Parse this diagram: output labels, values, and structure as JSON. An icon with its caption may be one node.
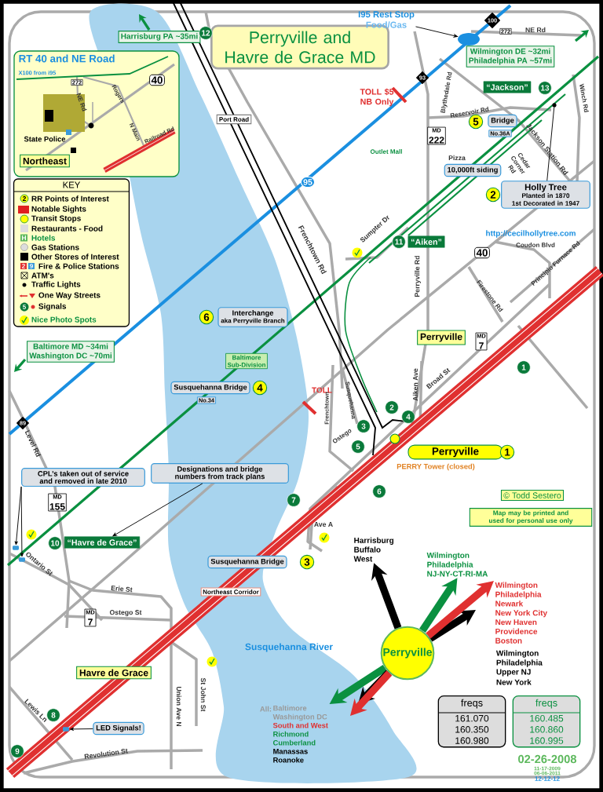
{
  "diagram": {
    "nodes": [
      {
        "text": [
          "Perryville and Havre de Grace MD"
        ]
      },
      {
        "text": [
          "Harrisburg PA ~35mi"
        ]
      },
      {
        "text": [
          "RT 40 and NE Road",
          "X100 from i95"
        ]
      },
      {
        "text": [
          "Northeast"
        ],
        "in": 2
      },
      {
        "text": [
          "40"
        ],
        "in": 2
      },
      {
        "text": [
          "272"
        ],
        "in": 2
      },
      {
        "text": [
          "KEY"
        ]
      },
      {
        "text": [
          "12"
        ]
      },
      {
        "text": [
          "Port Road"
        ]
      },
      {
        "text": [
          "I95 Rest Stop",
          "Food/Gas"
        ]
      },
      {
        "text": [
          "100"
        ]
      },
      {
        "text": [
          "272"
        ]
      },
      {
        "text": [
          "Wilmington DE ~32mi",
          "Philadelphia PA ~57mi"
        ]
      },
      {
        "text": [
          "93"
        ]
      },
      {
        "text": [
          "MD",
          "222"
        ]
      },
      {
        "text": [
          "“Jackson”"
        ]
      },
      {
        "text": [
          "13"
        ]
      },
      {
        "text": [
          "5"
        ]
      },
      {
        "text": [
          "Bridge"
        ]
      },
      {
        "text": [
          "No.36A"
        ]
      },
      {
        "text": [
          "10,000ft siding"
        ]
      },
      {
        "text": [
          "2"
        ]
      },
      {
        "text": [
          "Holly Tree",
          "Planted in 1870",
          "1st Decorated in 1947"
        ]
      },
      {
        "text": [
          "95"
        ]
      },
      {
        "text": [
          "11"
        ]
      },
      {
        "text": [
          "“Aiken”"
        ]
      },
      {
        "text": [
          "40"
        ]
      },
      {
        "text": [
          "6"
        ]
      },
      {
        "text": [
          "Interchange",
          "aka Perryville Branch"
        ]
      },
      {
        "text": [
          "Baltimore",
          "Sub-Division"
        ]
      },
      {
        "text": [
          "Perryville"
        ]
      },
      {
        "text": [
          "MD",
          "7"
        ]
      },
      {
        "text": [
          "1"
        ]
      },
      {
        "text": [
          "Susquehanna Bridge"
        ]
      },
      {
        "text": [
          "4"
        ]
      },
      {
        "text": [
          "No.34"
        ]
      },
      {
        "text": [
          "89"
        ]
      },
      {
        "text": [
          "2"
        ]
      },
      {
        "text": [
          "4"
        ]
      },
      {
        "text": [
          "3"
        ]
      },
      {
        "text": [
          "5"
        ]
      },
      {
        "text": [
          "Perryville"
        ]
      },
      {
        "text": [
          "1"
        ]
      },
      {
        "text": [
          "6"
        ]
      },
      {
        "text": [
          "CPL’s taken out of service and removed in late 2010"
        ]
      },
      {
        "text": [
          "Designations and bridge numbers from track plans"
        ]
      },
      {
        "text": [
          "MD",
          "155"
        ]
      },
      {
        "text": [
          "7"
        ]
      },
      {
        "text": [
          "© Todd Sestero"
        ]
      },
      {
        "text": [
          "Map may be printed and used for personal use only"
        ]
      },
      {
        "text": [
          "10"
        ]
      },
      {
        "text": [
          "“Havre de Grace”"
        ]
      },
      {
        "text": [
          "Susquehanna Bridge"
        ]
      },
      {
        "text": [
          "3"
        ]
      },
      {
        "text": [
          "Northeast Corridor"
        ]
      },
      {
        "text": [
          "MD",
          "7"
        ]
      },
      {
        "text": [
          "Perryville"
        ]
      },
      {
        "text": [
          "Havre de Grace"
        ]
      },
      {
        "text": [
          "8"
        ]
      },
      {
        "text": [
          "LED Signals!"
        ]
      },
      {
        "text": [
          "freqs",
          "161.070",
          "160.350",
          "160.980"
        ]
      },
      {
        "text": [
          "freqs",
          "160.485",
          "160.860",
          "160.995"
        ]
      },
      {
        "text": [
          "9"
        ]
      },
      {
        "text": [
          "Baltimore MD ~34mi",
          "Washington DC ~70mi"
        ]
      },
      {
        "text": [
          "Harrisburg",
          "Buffalo",
          "West"
        ]
      },
      {
        "text": [
          "Wilmington",
          "Philadelphia",
          "NJ-NY-CT-RI-MA"
        ]
      },
      {
        "text": [
          "Wilmington",
          "Philadelphia",
          "Newark",
          "New York City",
          "New Haven",
          "Providence",
          "Boston"
        ]
      },
      {
        "text": [
          "Baltimore",
          "Washington DC",
          "South and West",
          "Richmond",
          "Cumberland",
          "Manassas",
          "Roanoke"
        ]
      },
      {
        "text": [],
        "shape": "signal"
      },
      {
        "text": [],
        "shape": "signal"
      },
      {
        "text": [],
        "shape": "signal"
      },
      {
        "text": [],
        "shape": "circle"
      },
      {
        "text": [],
        "shape": "oval"
      }
    ],
    "edges": [
      {
        "from": 44,
        "to": 68,
        "arrow": "to"
      },
      {
        "from": 44,
        "to": 69,
        "arrow": "to"
      },
      {
        "from": 45,
        "to": 51,
        "arrow": "to"
      },
      {
        "from": 59,
        "to": 70,
        "arrow": "to"
      },
      {
        "from": 22,
        "to": 71,
        "arrow": "none"
      },
      {
        "from": 9,
        "to": 72,
        "arrow": "to"
      },
      {
        "from": 56,
        "to": 64,
        "arrow": "to"
      },
      {
        "from": 56,
        "to": 65,
        "arrow": "to",
        "color": "#0a9040"
      },
      {
        "from": 56,
        "to": 67,
        "arrow": "to",
        "color": "#0a9040"
      },
      {
        "from": 56,
        "to": null,
        "arrow": "to"
      },
      {
        "from": 56,
        "to": null,
        "arrow": "to"
      },
      {
        "from": 56,
        "to": 66,
        "arrow": "to",
        "color": "#e03030"
      },
      {
        "from": 56,
        "to": null,
        "arrow": "to",
        "color": "#e03030"
      }
    ],
    "labels": [
      "NE Rd",
      "NE Rd",
      "Rogers",
      "TOLL $5 NB Only",
      "Blythedale Rd",
      "Reservoir Rd",
      "Winch Rd",
      "State Police",
      "N Main",
      "Railroad Rd",
      "Outlet Mall",
      "Pizza",
      "Cedar Corner Rd",
      "Jackson Station Rd",
      "2",
      "H",
      "2",
      "9",
      "Frenchtown Rd",
      "Sumpter Dr",
      "Perryville Rd",
      "http://cecilhollytree.com",
      "Coudon Blvd",
      "Principio Furnace Rd",
      "5",
      "Firestone Rd",
      "Level Rd",
      "TOLL",
      "Frenchtown",
      "Ostego",
      "Susquehanna",
      "Aiken Ave",
      "Broad St",
      "PERRY Tower (closed)",
      "Ave A",
      "Ontario St",
      "Erie St",
      "Ostego St",
      "Susquehanna River",
      "Wilmington",
      "Philadelphia",
      "Upper NJ",
      "New York",
      "Lewis Ln",
      "Union Ave N",
      "St John St",
      "All:",
      "Revolution St",
      "02-26-2008",
      "11-17-2009",
      "06-06-2011",
      "12-12-12"
    ],
    "legend": [
      {
        "text": "RR Points of Interest"
      },
      {
        "text": "Notable Sights",
        "color": "#e02020"
      },
      {
        "text": "Transit Stops"
      },
      {
        "text": "Restaurants - Food",
        "color": "#dddddd"
      },
      {
        "text": "Hotels"
      },
      {
        "text": "Gas Stations"
      },
      {
        "text": "Other Stores of Interest",
        "color": "#000000"
      },
      {
        "text": "Fire & Police Stations"
      },
      {
        "text": "ATM's"
      },
      {
        "text": "Traffic Lights"
      },
      {
        "text": "One Way Streets"
      },
      {
        "text": "Signals"
      },
      {
        "text": "Nice Photo Spots"
      }
    ]
  }
}
